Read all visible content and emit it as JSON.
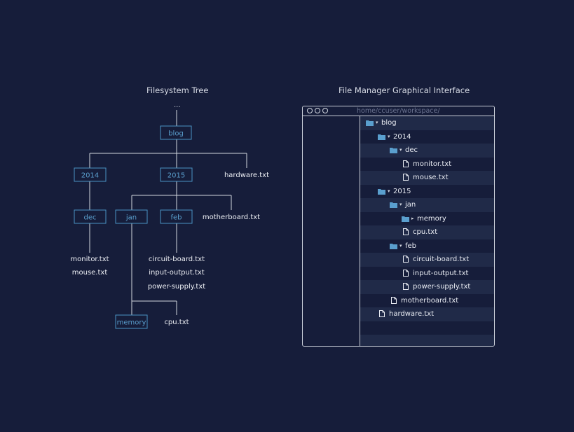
{
  "tree": {
    "title": "Filesystem Tree",
    "root_ellipsis": "...",
    "nodes": {
      "blog": "blog",
      "y2014": "2014",
      "y2015": "2015",
      "dec": "dec",
      "jan": "jan",
      "feb": "feb",
      "memory": "memory"
    },
    "files": {
      "hardware": "hardware.txt",
      "motherboard": "motherboard.txt",
      "monitor": "monitor.txt",
      "mouse": "mouse.txt",
      "circuit_board": "circuit-board.txt",
      "input_output": "input-output.txt",
      "power_supply": "power-supply.txt",
      "cpu": "cpu.txt"
    }
  },
  "file_manager": {
    "title": "File Manager Graphical Interface",
    "path": "home/ccuser/workspace/",
    "rows": [
      {
        "label": "blog",
        "type": "folder",
        "expanded": true
      },
      {
        "label": "2014",
        "type": "folder",
        "expanded": true
      },
      {
        "label": "dec",
        "type": "folder",
        "expanded": true
      },
      {
        "label": "monitor.txt",
        "type": "file"
      },
      {
        "label": "mouse.txt",
        "type": "file"
      },
      {
        "label": "2015",
        "type": "folder",
        "expanded": true
      },
      {
        "label": "jan",
        "type": "folder",
        "expanded": true
      },
      {
        "label": "memory",
        "type": "folder",
        "expanded": false
      },
      {
        "label": "cpu.txt",
        "type": "file"
      },
      {
        "label": "feb",
        "type": "folder",
        "expanded": true
      },
      {
        "label": "circuit-board.txt",
        "type": "file"
      },
      {
        "label": "input-output.txt",
        "type": "file"
      },
      {
        "label": "power-supply.txt",
        "type": "file"
      },
      {
        "label": "motherboard.txt",
        "type": "file"
      },
      {
        "label": "hardware.txt",
        "type": "file"
      },
      {
        "label": "",
        "type": "empty"
      },
      {
        "label": "",
        "type": "empty"
      }
    ]
  },
  "colors": {
    "background": "#161d3a",
    "node_border": "#4a93c4",
    "folder_icon": "#5a9fce",
    "row_stripe": "#202a48"
  }
}
